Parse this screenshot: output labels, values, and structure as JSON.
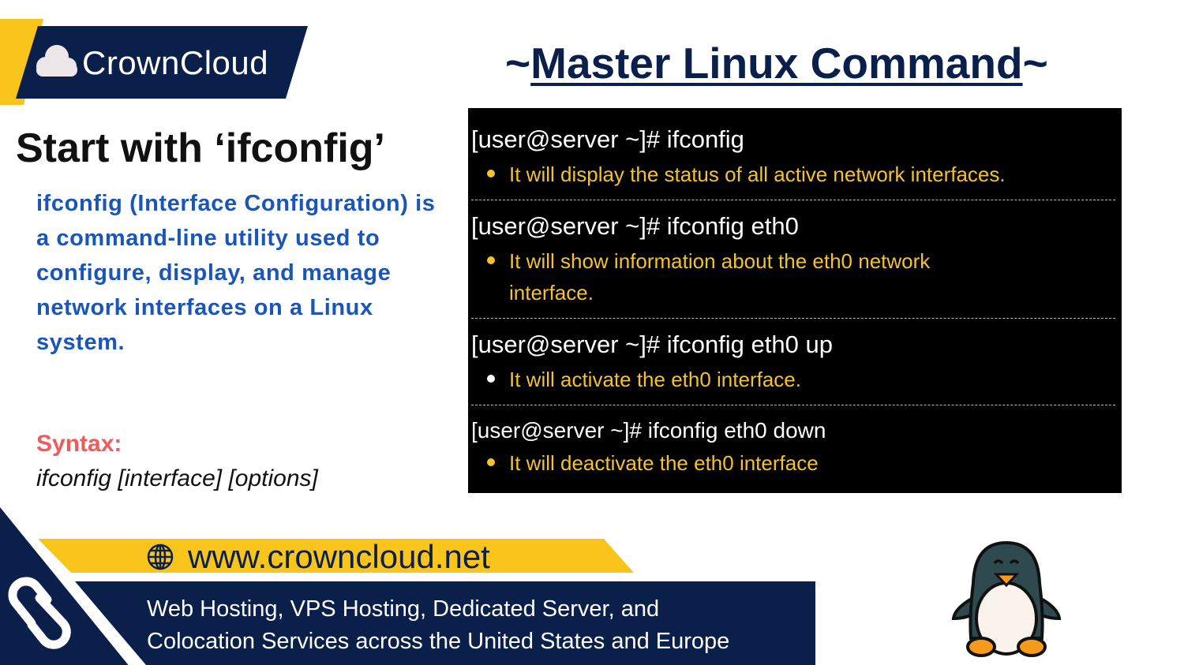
{
  "logo": {
    "text": "CrownCloud"
  },
  "title": {
    "prefix": "~",
    "main": "Master Linux Command",
    "suffix": "~"
  },
  "heading": "Start with ‘ifconfig’",
  "description": "ifconfig (Interface Configuration) is a command-line utility used to configure, display, and manage network interfaces on a Linux system.",
  "syntax": {
    "label": "Syntax:",
    "value": "ifconfig [interface] [options]"
  },
  "commands": [
    {
      "cmd": "[user@server ~]# ifconfig",
      "desc": "It will display the status of all active network interfaces."
    },
    {
      "cmd": "[user@server ~]# ifconfig eth0",
      "desc": "It will show information about the eth0 network",
      "desc2": "interface."
    },
    {
      "cmd": "[user@server ~]# ifconfig eth0 up",
      "desc": "It will activate the eth0 interface."
    },
    {
      "cmd": "[user@server ~]# ifconfig eth0 down",
      "desc": "It will deactivate the eth0 interface"
    }
  ],
  "footer": {
    "url": "www.crowncloud.net",
    "tagline1": "Web Hosting, VPS Hosting, Dedicated Server, and",
    "tagline2": "Colocation Services across the United States and Europe"
  },
  "colors": {
    "navy": "#0b1f4b",
    "yellow": "#f9c51c",
    "blue": "#1a56b8",
    "red": "#f05a5a",
    "term_text": "#f5c22b"
  }
}
